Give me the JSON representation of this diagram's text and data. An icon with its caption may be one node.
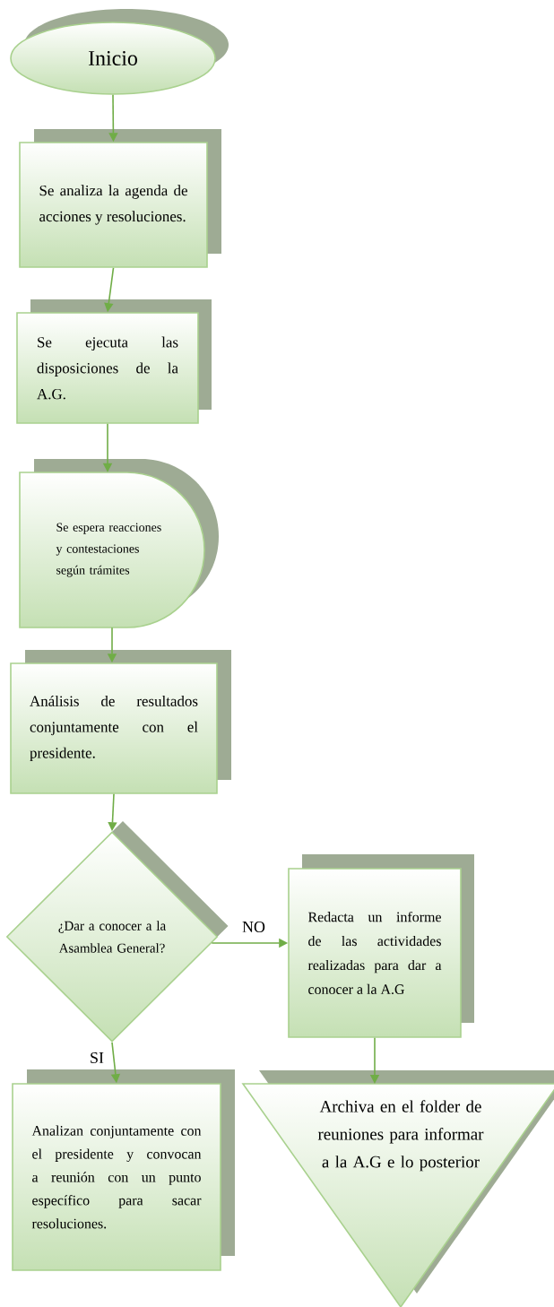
{
  "diagram": {
    "nodes": [
      {
        "text": [
          "Inicio"
        ]
      },
      {
        "text": [
          "Se analiza la agenda de acciones y resoluciones."
        ]
      },
      {
        "text": [
          "Se ejecuta las disposiciones de la A.G."
        ]
      },
      {
        "text": [
          "Se espera reacciones y contestaciones según trámites"
        ]
      },
      {
        "text": [
          "Análisis de resultados conjuntamente con el presidente."
        ]
      },
      {
        "text": [
          "¿Dar a conocer a la Asamblea General?"
        ]
      },
      {
        "text": [
          "Redacta un informe de las actividades realizadas para dar a conocer a la A.G"
        ]
      },
      {
        "text": [
          "Analizan conjuntamente con el presidente y convocan a reunión con un punto específico para sacar resoluciones."
        ]
      },
      {
        "text": [
          "Archiva en el folder de reuniones para informar a la A.G e lo posterior"
        ]
      }
    ],
    "edges": [
      {
        "from": 0,
        "to": 1,
        "arrow": "to"
      },
      {
        "from": 1,
        "to": 2,
        "arrow": "to"
      },
      {
        "from": 2,
        "to": 3,
        "arrow": "to"
      },
      {
        "from": 3,
        "to": 4,
        "arrow": "to"
      },
      {
        "from": 4,
        "to": 5,
        "arrow": "to"
      },
      {
        "from": 5,
        "to": 6,
        "arrow": "to",
        "label": "NO"
      },
      {
        "from": 5,
        "to": 7,
        "arrow": "to",
        "label": "SI"
      },
      {
        "from": 6,
        "to": 8,
        "arrow": "to"
      }
    ]
  }
}
